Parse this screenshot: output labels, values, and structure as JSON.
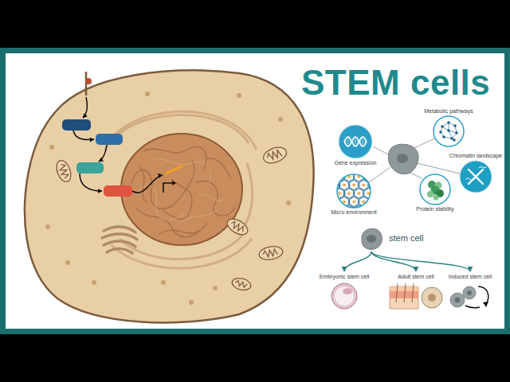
{
  "diagram": {
    "title": "STEM cells",
    "nodes": [
      {
        "text": [
          "Gene expression"
        ]
      },
      {
        "text": [
          "Metabolic pathways"
        ]
      },
      {
        "text": [
          "Chromatin landscape"
        ]
      },
      {
        "text": [
          "Micro environment"
        ]
      },
      {
        "text": [
          "Protein stability"
        ]
      },
      {
        "text": [
          "stem cell"
        ]
      },
      {
        "text": [
          "Embryonic stem cell"
        ]
      },
      {
        "text": [
          "Adult stem cell"
        ]
      },
      {
        "text": [
          "Induced stem cell"
        ]
      }
    ],
    "edges": [
      {
        "from": 5,
        "to": 6,
        "arrow": "to"
      },
      {
        "from": 5,
        "to": 7,
        "arrow": "to"
      },
      {
        "from": 5,
        "to": 8,
        "arrow": "to"
      }
    ]
  }
}
